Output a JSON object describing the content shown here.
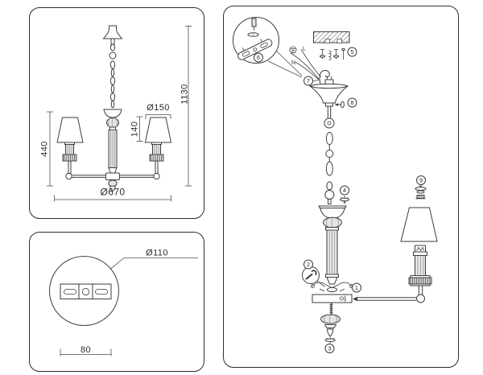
{
  "panels": {
    "front_view": {
      "dims": {
        "total_height": "1130",
        "body_height": "440",
        "shade_diameter": "Ø150",
        "shade_height": "140",
        "total_diameter": "Ø670"
      }
    },
    "mount_view": {
      "dims": {
        "plate_diameter": "Ø110",
        "slot_spacing": "80"
      }
    },
    "assembly_view": {
      "callouts": [
        "1",
        "2",
        "3",
        "4",
        "5",
        "6",
        "7",
        "8",
        "9"
      ],
      "wires": {
        "live": "L",
        "neutral": "N"
      }
    }
  },
  "colors": {
    "background": "#ffffff",
    "line": "#3e3e3e",
    "dim_text": "#2b2b2b",
    "metal_fill": "#e4e4e4"
  }
}
